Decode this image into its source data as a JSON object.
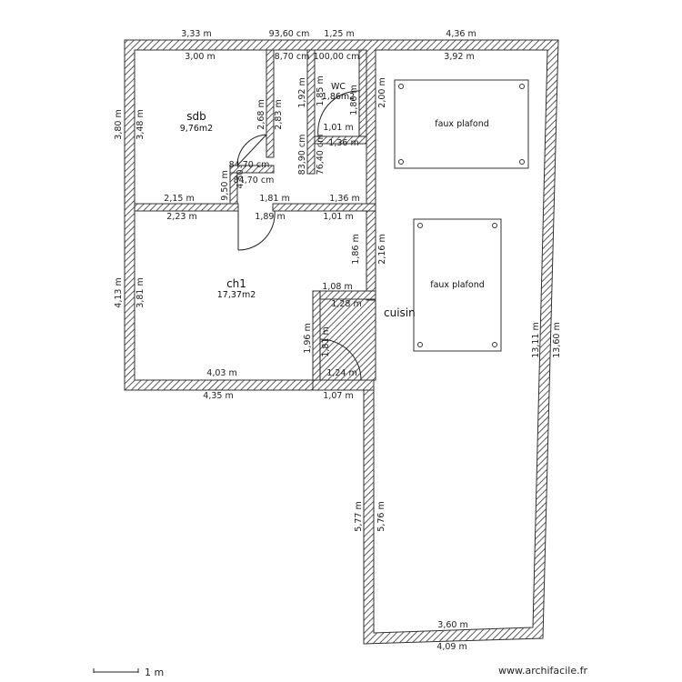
{
  "rooms": {
    "sdb": {
      "name": "sdb",
      "area": "9,76m2"
    },
    "wc": {
      "name": "WC",
      "area": "1,86m2"
    },
    "ch1": {
      "name": "ch1",
      "area": "17,37m2"
    },
    "cuisine": {
      "name": "cuisin"
    }
  },
  "ceilings": {
    "a": "faux plafond",
    "b": "faux plafond"
  },
  "dims": {
    "top_3_33": "3,33 m",
    "top_93_60": "93,60 cm",
    "top_1_25": "1,25 m",
    "top_4_36": "4,36 m",
    "in_3_00": "3,00 m",
    "in_8_70": "8,70 cm",
    "in_100": "100,00 cm",
    "in_3_92": "3,92 m",
    "left_3_80": "3,80 m",
    "left_3_48": "3,48 m",
    "sdb_2_68": "2,68 m",
    "sdb_2_83": "2,83 m",
    "wc_1_92": "1,92 m",
    "wc_1_85": "1,85 m",
    "wc_1_86": "1,86 m",
    "wc_2_00": "2,00 m",
    "wc_1_01": "1,01 m",
    "wc_1_36": "1,36 m",
    "d_83_90": "83,90 cm",
    "d_76_40": "76,40 cm",
    "d_84_70a": "84,70 cm",
    "d_84_70b": "84,70 cm",
    "d_9_50": "9,50 m",
    "d_4_50": "4,50",
    "mid_2_15": "2,15 m",
    "mid_1_81": "1,81 m",
    "mid_1_36": "1,36 m",
    "mid_2_23": "2,23 m",
    "mid_1_89": "1,89 m",
    "mid_1_01": "1,01 m",
    "ch_1_86": "1,86 m",
    "ch_2_16": "2,16 m",
    "ch_1_08": "1,08 m",
    "ch_1_28": "1,28 m",
    "left_4_13": "4,13 m",
    "left_3_81": "3,81 m",
    "ch_1_96": "1,96 m",
    "ch_1_81": "1,81 m",
    "ch_1_24": "1,24 m",
    "bot_4_03": "4,03 m",
    "bot_4_35": "4,35 m",
    "bot_1_07": "1,07 m",
    "k_5_77": "5,77 m",
    "k_5_76": "5,76 m",
    "k_13_11": "13,11 m",
    "k_13_60": "13,60 m",
    "k_3_60": "3,60 m",
    "k_4_09": "4,09 m"
  },
  "scale": {
    "label": "1 m"
  },
  "watermark": "www.archifacile.fr"
}
